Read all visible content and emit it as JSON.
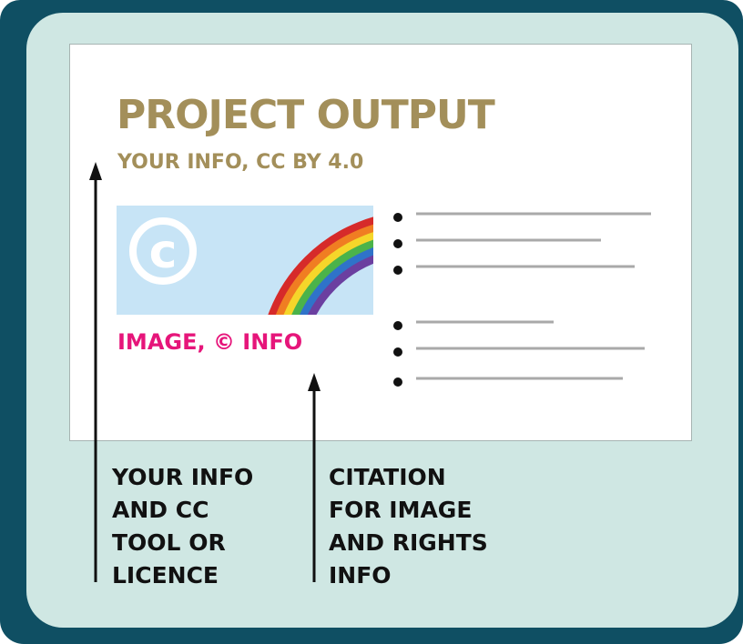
{
  "card": {
    "title": "PROJECT OUTPUT",
    "subtitle": "YOUR INFO, CC BY 4.0",
    "image_caption": "IMAGE, © INFO"
  },
  "image": {
    "icon": "copyright-icon",
    "rainbow_colors": [
      "#d62a2a",
      "#f07d22",
      "#f5d62a",
      "#4bb34a",
      "#2f73c9",
      "#6b3fa0"
    ]
  },
  "annotations": {
    "left_label_lines": [
      "YOUR INFO",
      "AND CC",
      "TOOL OR",
      "LICENCE"
    ],
    "right_label_lines": [
      "CITATION",
      "FOR IMAGE",
      "AND RIGHTS",
      "INFO"
    ]
  },
  "bullet_list": {
    "item_count": 6
  },
  "colors": {
    "frame": "#0f4f63",
    "panel": "#cfe7e3",
    "title": "#a38f5a",
    "caption": "#e6157a",
    "image_bg": "#c7e4f6"
  }
}
